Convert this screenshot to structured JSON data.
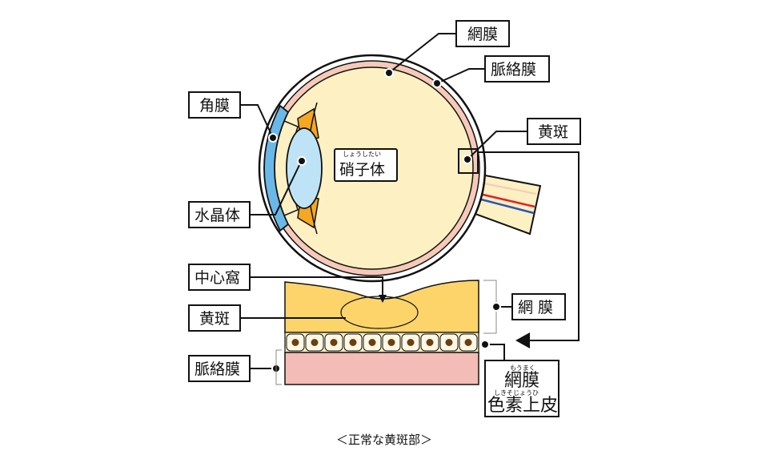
{
  "eye": {
    "labels": {
      "retina": "網膜",
      "choroid": "脈絡膜",
      "cornea": "角膜",
      "macula": "黄斑",
      "lens": "水晶体",
      "vitreous": "硝子体",
      "vitreous_ruby": "しょうしたい"
    }
  },
  "section": {
    "labels": {
      "fovea": "中心窩",
      "macula": "黄斑",
      "choroid": "脈絡膜",
      "retina": "網 膜",
      "rpe_line1": "網膜",
      "rpe_line1_ruby": "もうまく",
      "rpe_line2": "色素上皮",
      "rpe_line2_ruby": "しきそじょうひ"
    }
  },
  "caption": "＜正常な黄斑部＞",
  "colors": {
    "sclera_outer": "#f6c9b8",
    "eye_fill": "#fdf0c2",
    "vitreous": "#fdf0c2",
    "cornea": "#6ab8e8",
    "lens": "#bfe3f6",
    "iris": "#f5a623",
    "retina_layer": "#fcd46a",
    "choroid_layer": "#f4bcb6",
    "rpe_dot": "#6b3f12",
    "artery": "#e0202a",
    "vein": "#2a55b8"
  }
}
